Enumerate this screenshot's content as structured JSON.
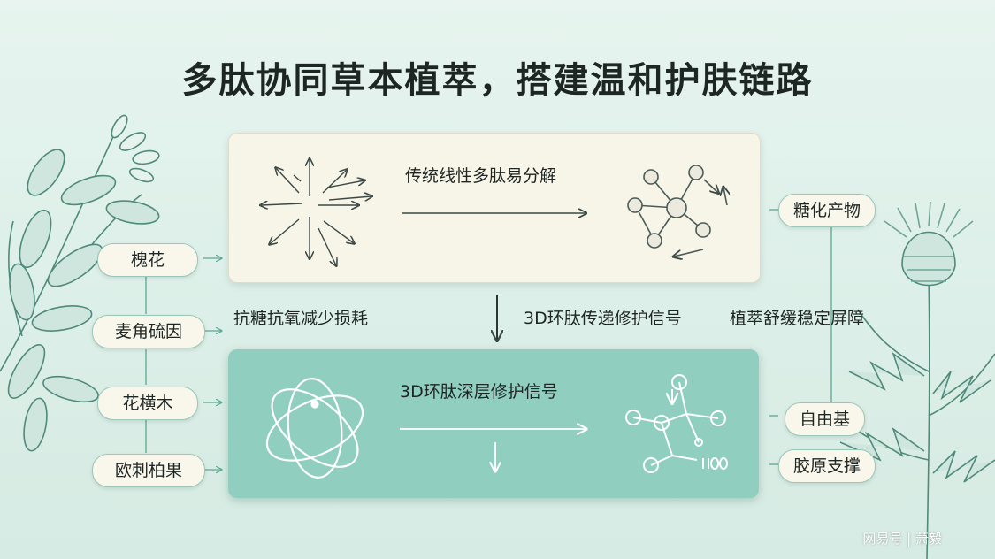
{
  "title": "多肽协同草本植萃，搭建温和护肤链路",
  "top_panel": {
    "label": "传统线性多肽易分解"
  },
  "bottom_panel": {
    "label": "3D环肽深层修护信号"
  },
  "middle": {
    "left_label": "抗糖抗氧减少损耗",
    "center_label": "3D环肽传递修护信号",
    "right_label": "植萃舒缓稳定屏障"
  },
  "left_ingredients": [
    "槐花",
    "麦角硫因",
    "花横木",
    "欧刺柏果"
  ],
  "right_targets": [
    "糖化产物",
    "自由基",
    "胶原支撑"
  ],
  "watermark": "网易号 | 萧毅",
  "colors": {
    "background": "#e0f1ea",
    "top_panel": "#f7f4e8",
    "bottom_panel": "#90cfc0",
    "accent": "#5aa894",
    "line": "#3c4a47"
  }
}
